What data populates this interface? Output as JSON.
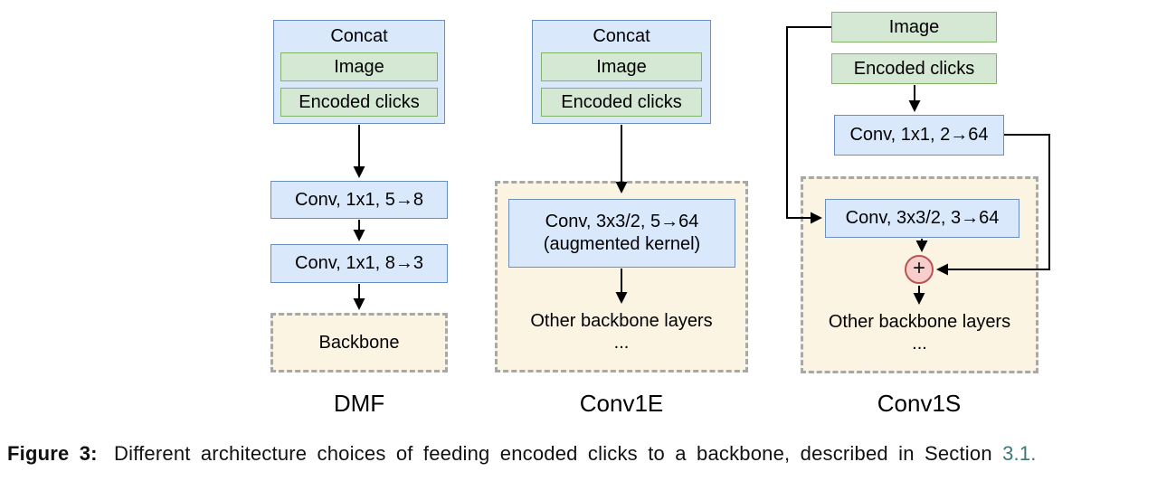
{
  "figure": {
    "caption_prefix": "Figure 3:",
    "caption_body": "Different architecture choices of feeding encoded clicks to a backbone, described in Section",
    "caption_link": "3.1",
    "caption_suffix": "."
  },
  "colors": {
    "conv_box_fill": "#dae8fc",
    "conv_box_border": "#6c8ebf",
    "input_box_fill": "#d5e8d4",
    "input_box_border": "#82b366",
    "backbone_fill": "#fcf4e2",
    "backbone_border": "#a8a8a8",
    "sum_fill": "#f8cecc",
    "sum_border": "#b85450",
    "arrow": "#000000",
    "section_link": "#3e7577"
  },
  "diagrams": {
    "dmf": {
      "label": "DMF",
      "concat": "Concat",
      "image": "Image",
      "clicks": "Encoded clicks",
      "conv1": "Conv, 1x1, 5→8",
      "conv2": "Conv, 1x1, 8→3",
      "backbone": "Backbone"
    },
    "conv1e": {
      "label": "Conv1E",
      "concat": "Concat",
      "image": "Image",
      "clicks": "Encoded clicks",
      "conv_line1": "Conv, 3x3/2, 5→64",
      "conv_line2": "(augmented kernel)",
      "other_layers": "Other backbone layers",
      "dots": "..."
    },
    "conv1s": {
      "label": "Conv1S",
      "image": "Image",
      "clicks": "Encoded clicks",
      "conv1": "Conv, 1x1, 2→64",
      "conv2": "Conv, 3x3/2, 3→64",
      "plus": "+",
      "other_layers": "Other backbone layers",
      "dots": "..."
    }
  }
}
